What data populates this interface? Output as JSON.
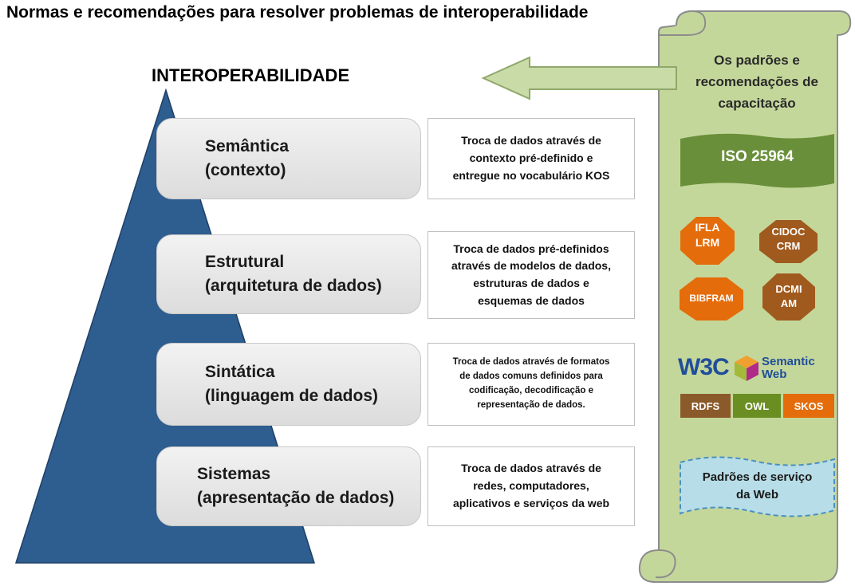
{
  "title": "Normas e recomendações  para resolver problemas de interoperabilidade",
  "pyramid": {
    "heading": "INTEROPERABILIDADE"
  },
  "layers": [
    {
      "name": "Semântica",
      "sub": "(contexto)",
      "desc": [
        "Troca de dados através de",
        "contexto pré-definido e",
        "entregue no vocabulário KOS"
      ]
    },
    {
      "name": "Estrutural",
      "sub": "(arquitetura de dados)",
      "desc": [
        "Troca de dados pré-definidos",
        "através de modelos de dados,",
        "estruturas de dados e",
        "esquemas de dados"
      ]
    },
    {
      "name": "Sintática",
      "sub": "(linguagem de dados)",
      "desc": [
        "Troca de dados através de formatos",
        "de dados comuns definidos para",
        "codificação, decodificação e",
        "representação de dados."
      ]
    },
    {
      "name": "Sistemas",
      "sub": "(apresentação de dados)",
      "desc": [
        "Troca de dados através de",
        "redes, computadores,",
        "aplicativos e serviços da web"
      ]
    }
  ],
  "scroll": {
    "heading": [
      "Os padrões e",
      "recomendações de",
      "capacitação"
    ],
    "iso": "ISO 25964",
    "standards": [
      "IFLA\nLRM",
      "CIDOC\nCRM",
      "BIBFRAM",
      "DCMI\nAM"
    ],
    "w3c_logo": "W3C",
    "semantic_web": [
      "Semantic",
      "Web"
    ],
    "tags": [
      "RDFS",
      "OWL",
      "SKOS"
    ],
    "service": [
      "Padrões de serviço",
      "da Web"
    ]
  },
  "colors": {
    "pyramid": "#2e5d8f",
    "scroll": "#c4d79b",
    "scroll_border": "#8c8c8c",
    "arrow": "#c9dba6",
    "iso_flag": "#6a8f3a",
    "standards_orange": "#e46c0a",
    "standards_brown": "#a05a1e",
    "tag_rdfs": "#8b5a2b",
    "tag_owl": "#6b8e23",
    "tag_skos": "#e46c0a",
    "service_wave": "#b7dde8"
  }
}
